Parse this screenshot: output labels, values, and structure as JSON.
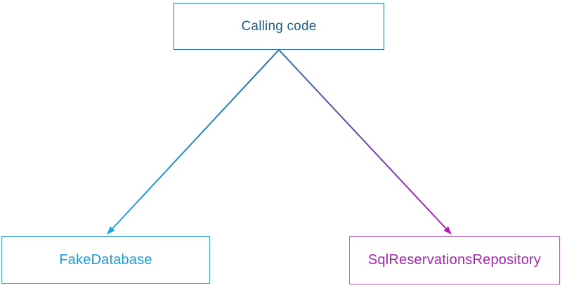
{
  "diagram": {
    "background_color": "#FFFFFF",
    "nodes": {
      "calling_code": {
        "label": "Calling code",
        "text_color": "#1F5D89",
        "border_color": "#2E75A6"
      },
      "fake_database": {
        "label": "FakeDatabase",
        "text_color": "#1C9EDC",
        "border_color": "#29ABE2"
      },
      "sql_reservations_repository": {
        "label": "SqlReservationsRepository",
        "text_color": "#A226AE",
        "border_color": "#C267CB"
      }
    },
    "edges": {
      "start_color": "#2C6C9D",
      "left_end_color": "#1FA3DF",
      "right_end_color": "#AC1EB5",
      "left": {
        "from": "calling_code",
        "to": "fake_database"
      },
      "right": {
        "from": "calling_code",
        "to": "sql_reservations_repository"
      }
    }
  }
}
